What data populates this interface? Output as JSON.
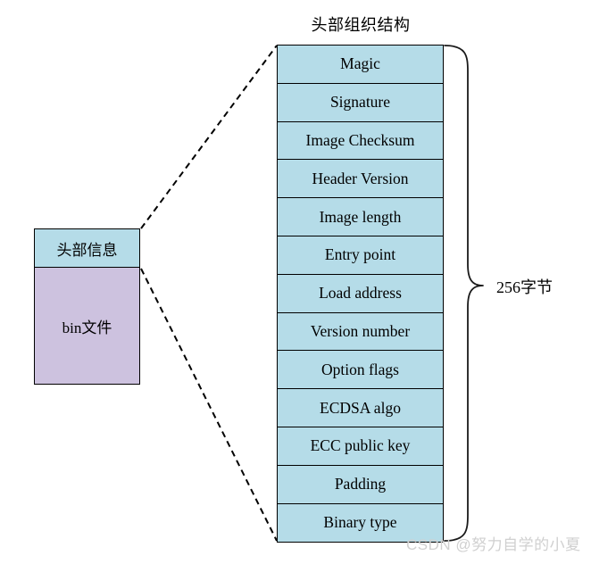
{
  "diagram": {
    "title": "头部组织结构",
    "colors": {
      "header_fill": "#b5dce8",
      "bin_fill": "#cdc2df",
      "stroke": "#000000",
      "watermark": "#d0d0d0"
    }
  },
  "file_stack": {
    "header_block_label": "头部信息",
    "bin_block_label": "bin文件"
  },
  "header_table": {
    "rows": [
      {
        "label": "Magic"
      },
      {
        "label": "Signature"
      },
      {
        "label": "Image Checksum"
      },
      {
        "label": "Header Version"
      },
      {
        "label": "Image length"
      },
      {
        "label": "Entry point"
      },
      {
        "label": "Load address"
      },
      {
        "label": "Version number"
      },
      {
        "label": "Option flags"
      },
      {
        "label": "ECDSA algo"
      },
      {
        "label": "ECC public key"
      },
      {
        "label": "Padding"
      },
      {
        "label": "Binary type"
      }
    ]
  },
  "annotation": {
    "size_label": "256字节"
  },
  "watermark": {
    "text": "CSDN @努力自学的小夏"
  }
}
